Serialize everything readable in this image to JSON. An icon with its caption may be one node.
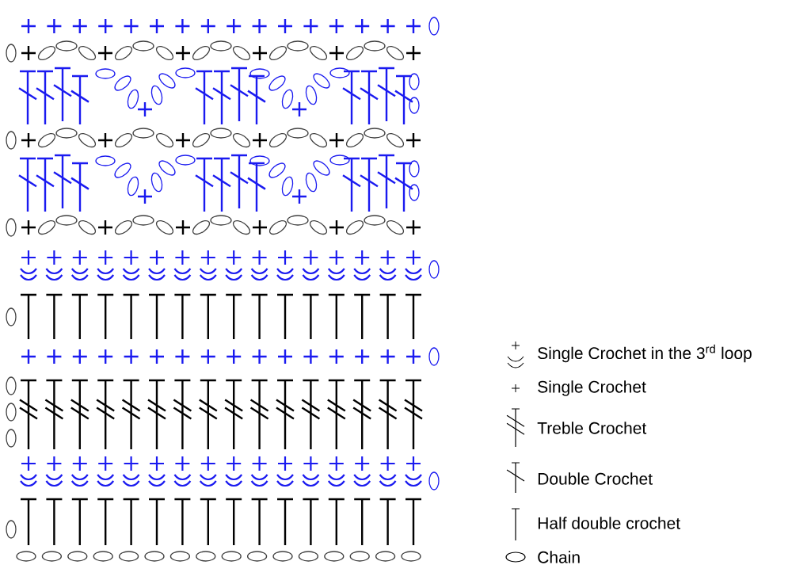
{
  "diagram": {
    "legend": [
      {
        "text": "Single Crochet in the 3$^{rd}$ loop"
      },
      {
        "text": "Single Crochet"
      },
      {
        "text": "Treble Crochet"
      },
      {
        "text": "Double Crochet"
      },
      {
        "text": "Half double crochet"
      },
      {
        "text": "Chain"
      }
    ]
  }
}
